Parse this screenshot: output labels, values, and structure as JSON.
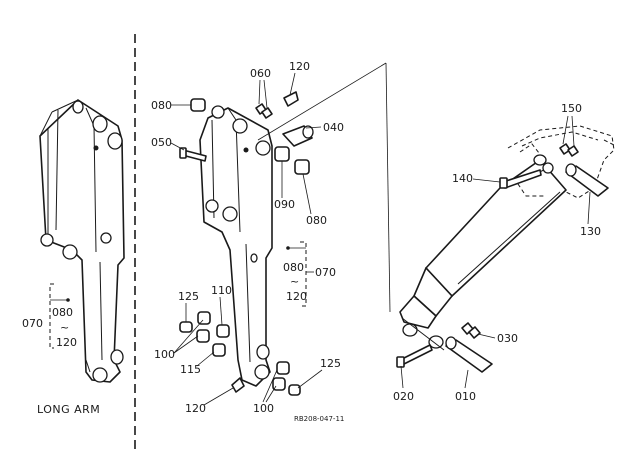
{
  "diagram": {
    "caption_long_arm": "LONG ARM",
    "reference_code": "RB208-047-11",
    "labels": {
      "l010": "010",
      "l020": "020",
      "l030": "030",
      "l040": "040",
      "l050": "050",
      "l060": "060",
      "l070_left": "070",
      "l070_mid": "070",
      "l080_top": "080",
      "l080_mid_right": "080",
      "l080_left_group": "080",
      "l080_mid_group": "080",
      "l090": "090",
      "l100_left": "100",
      "l100_right": "100",
      "l110": "110",
      "l115": "115",
      "l120_top": "120",
      "l120_left_group": "120",
      "l120_mid_group": "120",
      "l120_bottom": "120",
      "l125_left": "125",
      "l125_right": "125",
      "l130": "130",
      "l140": "140",
      "l150": "150",
      "tilde_left": "~",
      "tilde_mid": "~"
    }
  }
}
